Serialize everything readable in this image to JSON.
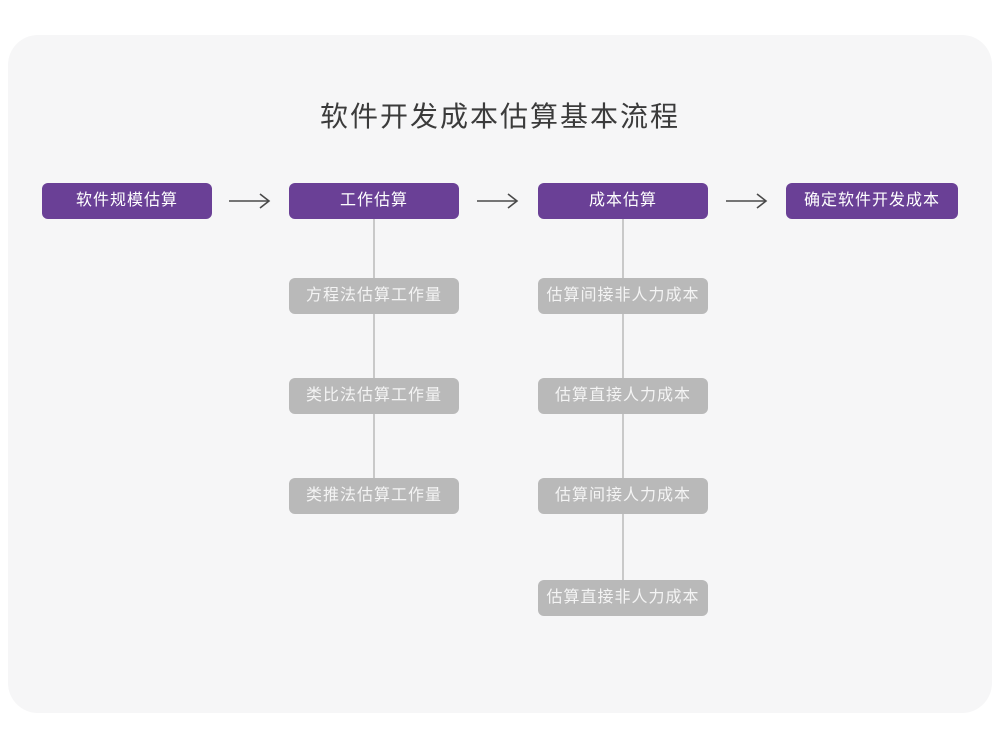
{
  "title": "软件开发成本估算基本流程",
  "colors": {
    "accent_purple": "#6a4096",
    "node_gray": "#b9b9b9",
    "canvas_bg": "#f6f6f7",
    "page_bg": "#ffffff",
    "connector_gray": "#c9c9c9",
    "arrow_dark": "#4a4a4a",
    "title_text": "#3b3b3b",
    "node_text": "#ffffff",
    "gray_node_text": "#f4f4f4"
  },
  "flow": {
    "stages": [
      {
        "label": "软件规模估算",
        "children": []
      },
      {
        "label": "工作估算",
        "children": [
          {
            "label": "方程法估算工作量"
          },
          {
            "label": "类比法估算工作量"
          },
          {
            "label": "类推法估算工作量"
          }
        ]
      },
      {
        "label": "成本估算",
        "children": [
          {
            "label": "估算间接非人力成本"
          },
          {
            "label": "估算直接人力成本"
          },
          {
            "label": "估算间接人力成本"
          },
          {
            "label": "估算直接非人力成本"
          }
        ]
      },
      {
        "label": "确定软件开发成本",
        "children": []
      }
    ]
  }
}
